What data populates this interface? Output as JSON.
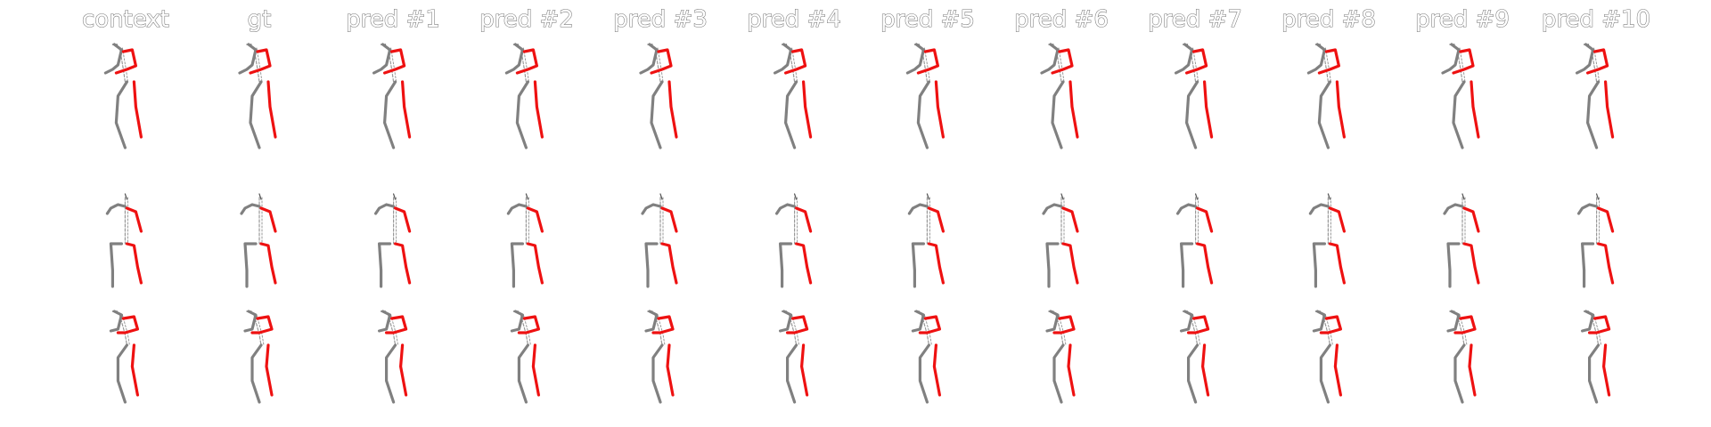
{
  "figure": {
    "columns": [
      {
        "title": "context"
      },
      {
        "title": "gt"
      },
      {
        "title": "pred #1"
      },
      {
        "title": "pred #2"
      },
      {
        "title": "pred #3"
      },
      {
        "title": "pred #4"
      },
      {
        "title": "pred #5"
      },
      {
        "title": "pred #6"
      },
      {
        "title": "pred #7"
      },
      {
        "title": "pred #8"
      },
      {
        "title": "pred #9"
      },
      {
        "title": "pred #10"
      }
    ],
    "rows": [
      {
        "pose": "side-view"
      },
      {
        "pose": "front-view"
      },
      {
        "pose": "side-view-variant"
      }
    ],
    "colors": {
      "left_limbs": "#808080",
      "right_limbs": "#ee1111",
      "spine": "#999999",
      "title_outline": "#777777"
    }
  }
}
